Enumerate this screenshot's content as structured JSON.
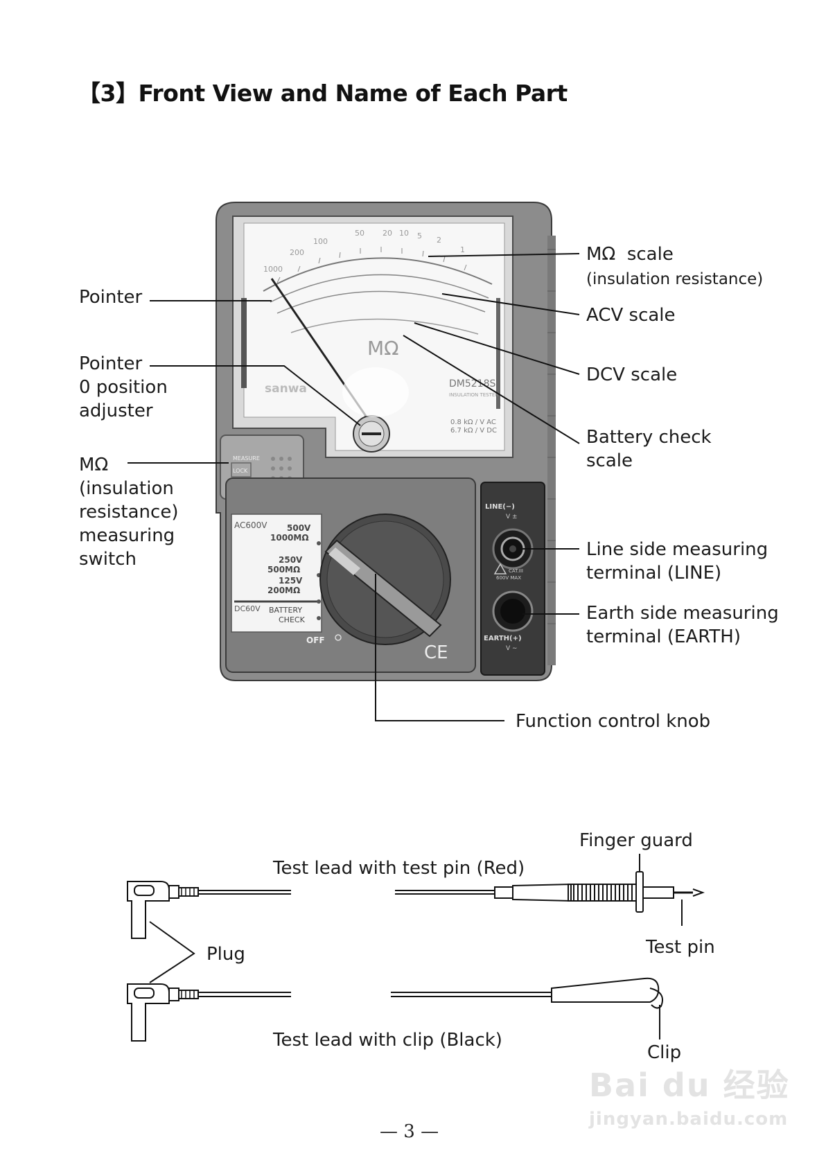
{
  "page": {
    "title": "【3】Front View and Name of Each Part",
    "page_number": "— 3 —"
  },
  "meter_labels": {
    "pointer": "Pointer",
    "zero_adjuster": "Pointer\n0 position\nadjuster",
    "measuring_switch": "MΩ\n(insulation\nresistance)\nmeasuring\nswitch",
    "mohm_scale": "MΩ  scale",
    "mohm_scale_sub": "(insulation resistance)",
    "acv_scale": "ACV scale",
    "dcv_scale": "DCV scale",
    "battery_scale": "Battery check\nscale",
    "line_terminal": "Line side measuring\nterminal (LINE)",
    "earth_terminal": "Earth side measuring\nterminal (EARTH)",
    "function_knob": "Function control knob"
  },
  "device_text": {
    "unit": "MΩ",
    "brand": "sanwa",
    "model": "DM5218S",
    "model_sub": "INSULATION TESTER",
    "spec1": "0.8 kΩ / V AC",
    "spec2": "6.7 kΩ / V DC",
    "scale_top": [
      "1000",
      "200",
      "100",
      "50",
      "20",
      "10",
      "5",
      "2",
      "1"
    ],
    "lock_line1": "MEASURE",
    "lock_line2": "LOCK",
    "range_acv": "AC600V",
    "range_500": "500V",
    "range_1000": "1000MΩ",
    "range_250": "250V",
    "range_500m": "500MΩ",
    "range_125": "125V",
    "range_200m": "200MΩ",
    "range_dcv": "DC60V",
    "battery": "BATTERY",
    "check": "CHECK",
    "off": "OFF",
    "ce": "CE",
    "line_label": "LINE(−)",
    "line_sub": "V ±",
    "cat": "CAT.III",
    "cat_sub": "600V MAX",
    "earth_label": "EARTH(+)",
    "earth_sub": "V ∼"
  },
  "lead_labels": {
    "red_lead": "Test lead with test pin (Red)",
    "finger_guard": "Finger guard",
    "test_pin": "Test pin",
    "plug": "Plug",
    "black_lead": "Test lead with clip (Black)",
    "clip": "Clip"
  },
  "watermark": {
    "brand": "Bai du 经验",
    "url": "jingyan.baidu.com"
  }
}
